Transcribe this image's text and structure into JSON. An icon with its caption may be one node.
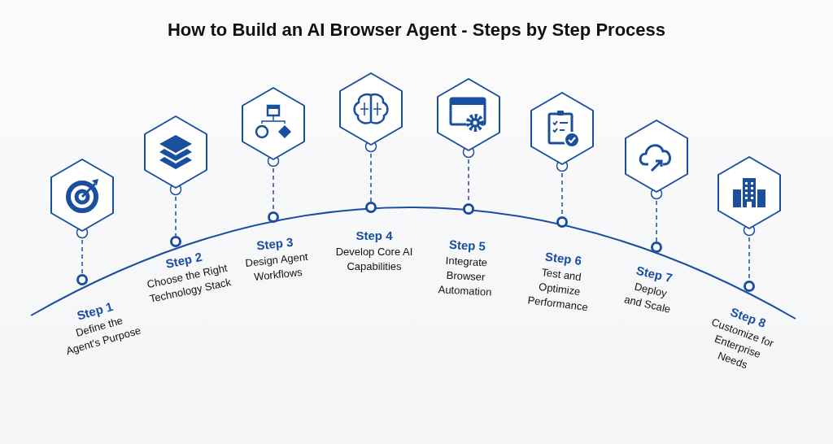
{
  "diagram": {
    "title": "How to Build an AI Browser Agent - Steps by Step Process",
    "nodes": [
      {
        "text": [],
        "shape": "hexagon"
      },
      {
        "text": [],
        "shape": "circle",
        "beside": [
          "Step 1",
          "Define the Agent's Purpose"
        ]
      },
      {
        "text": [],
        "shape": "hexagon"
      },
      {
        "text": [],
        "shape": "circle",
        "beside": [
          "Step 2",
          "Choose the Right Technology Stack"
        ]
      },
      {
        "text": [],
        "shape": "hexagon"
      },
      {
        "text": [],
        "shape": "circle",
        "beside": [
          "Step 3",
          "Design Agent Workflows"
        ]
      },
      {
        "text": [],
        "shape": "hexagon"
      },
      {
        "text": [],
        "shape": "circle",
        "beside": [
          "Step 4",
          "Develop Core AI Capabilities"
        ]
      },
      {
        "text": [],
        "shape": "hexagon"
      },
      {
        "text": [],
        "shape": "circle",
        "beside": [
          "Step 5",
          "Integrate Browser Automation"
        ]
      },
      {
        "text": [],
        "shape": "hexagon"
      },
      {
        "text": [],
        "shape": "circle",
        "beside": [
          "Step 6",
          "Test and Optimize Performance"
        ]
      },
      {
        "text": [],
        "shape": "hexagon"
      },
      {
        "text": [],
        "shape": "circle",
        "beside": [
          "Step 7",
          "Deploy and Scale"
        ]
      },
      {
        "text": [],
        "shape": "hexagon"
      },
      {
        "text": [],
        "shape": "circle",
        "beside": [
          "Step 8",
          "Customize for Enterprise Needs"
        ]
      }
    ],
    "edges": [
      {
        "from": 0,
        "to": 1,
        "arrow": "other",
        "style": "dashed"
      },
      {
        "from": 2,
        "to": 3,
        "arrow": "other",
        "style": "dashed"
      },
      {
        "from": 4,
        "to": 5,
        "arrow": "other",
        "style": "dashed"
      },
      {
        "from": 6,
        "to": 7,
        "arrow": "other",
        "style": "dashed"
      },
      {
        "from": 8,
        "to": 9,
        "arrow": "other",
        "style": "dashed"
      },
      {
        "from": 10,
        "to": 11,
        "arrow": "other",
        "style": "dashed"
      },
      {
        "from": 12,
        "to": 13,
        "arrow": "other",
        "style": "dashed"
      },
      {
        "from": 14,
        "to": 15,
        "arrow": "other",
        "style": "dashed"
      }
    ]
  }
}
